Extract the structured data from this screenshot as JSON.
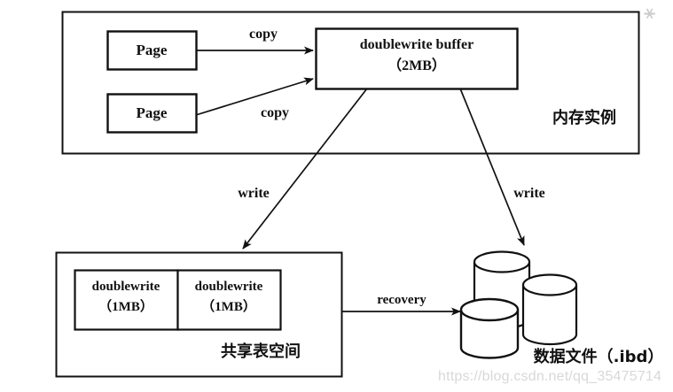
{
  "diagram": {
    "title": "InnoDB doublewrite architecture",
    "stroke_color": "#111111",
    "background": "#ffffff",
    "memory_region": {
      "label": "内存实例",
      "page_boxes": [
        {
          "label": "Page"
        },
        {
          "label": "Page"
        }
      ],
      "buffer_box": {
        "line1": "doublewrite buffer",
        "line2": "（2MB）"
      },
      "copy_labels": [
        "copy",
        "copy"
      ]
    },
    "write_labels": [
      "write",
      "write"
    ],
    "tablespace_region": {
      "label": "共享表空间",
      "slots": [
        {
          "line1": "doublewrite",
          "line2": "（1MB）"
        },
        {
          "line1": "doublewrite",
          "line2": "（1MB）"
        }
      ]
    },
    "recovery_label": "recovery",
    "datafiles": {
      "label": "数据文件（.ibd）",
      "cylinder_count": 3
    },
    "watermark": "https://blog.csdn.net/qq_35475714",
    "scan_mark": "⚹"
  }
}
